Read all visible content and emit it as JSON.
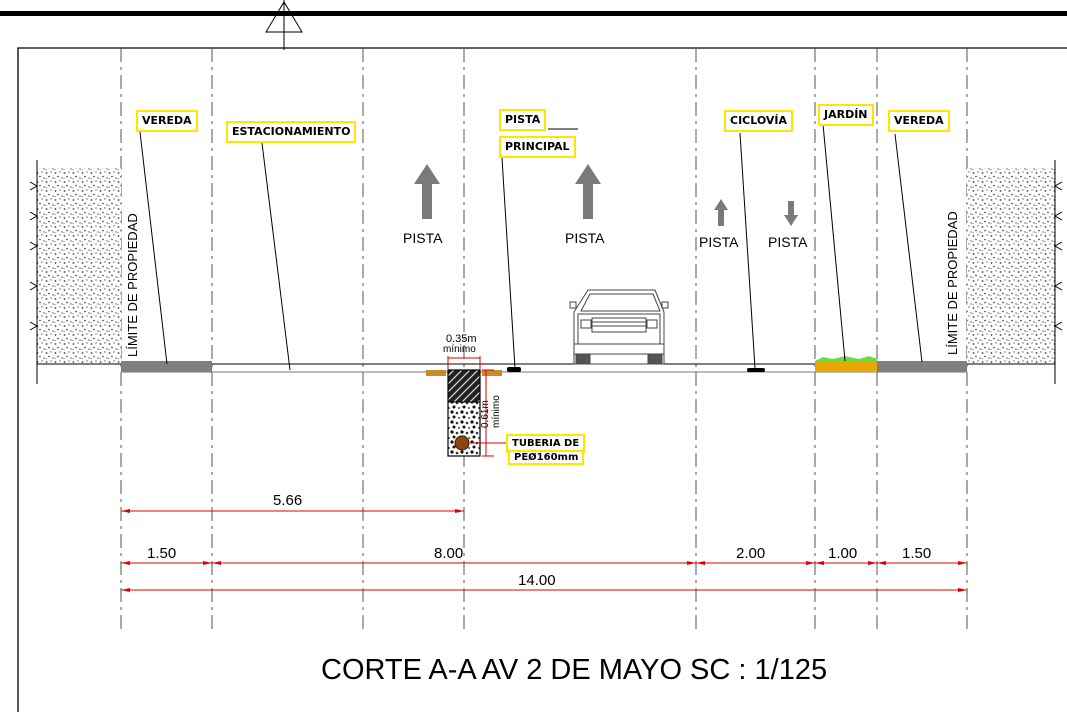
{
  "labels": {
    "vereda_left": "VEREDA",
    "estacionamiento": "ESTACIONAMIENTO",
    "pista": "PISTA",
    "principal": "PRINCIPAL",
    "ciclovia": "CICLOVÍA",
    "jardin": "JARDÍN",
    "vereda_right": "VEREDA",
    "tuberia_1": "TUBERIA DE",
    "tuberia_2": "PEØ160mm"
  },
  "lane_texts": [
    "PISTA",
    "PISTA",
    "PISTA",
    "PISTA"
  ],
  "property_limit": "LÍMITE DE PROPIEDAD",
  "trench": {
    "width_value": "0.35m",
    "width_note": "mínimo",
    "depth_value": "0.61m",
    "depth_note": "mínimo"
  },
  "dimensions": {
    "d566": "5.66",
    "d150a": "1.50",
    "d800": "8.00",
    "d200": "2.00",
    "d100": "1.00",
    "d150b": "1.50",
    "d1400": "14.00"
  },
  "title": "CORTE A-A  AV 2 DE MAYO SC : 1/125",
  "colors": {
    "label_border": "#ffe600",
    "dimension": "#e00000",
    "sidewalk": "#7f7f7f",
    "garden_soil": "#e6a800",
    "garden_grass": "#66dd44",
    "pipe": "#8b4513",
    "arrow": "#7a7a7a"
  }
}
